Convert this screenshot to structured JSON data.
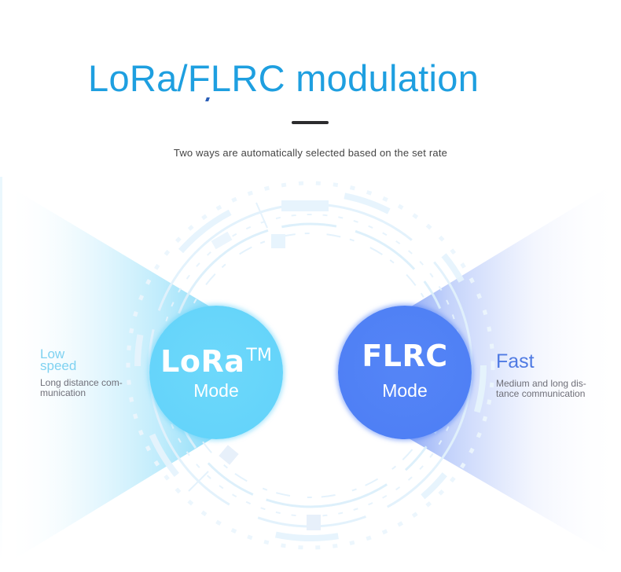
{
  "header": {
    "title": "LoRa/FLRC modulation",
    "subtitle": "Two ways are automatically selected based on the set rate"
  },
  "modes": {
    "lora": {
      "name": "LoRa",
      "trademark": "TM",
      "mode_label": "Mode",
      "speed_label": "Low speed",
      "speed_line1": "Low",
      "speed_line2": "speed",
      "description": "Long distance communication",
      "desc_line1": "Long distance com-",
      "desc_line2": "munication",
      "color": "#65d4fa"
    },
    "flrc": {
      "name": "FLRC",
      "mode_label": "Mode",
      "speed_label": "Fast",
      "description": "Medium and long distance communication",
      "desc_line1": "Medium and long dis-",
      "desc_line2": "tance communication",
      "color": "#4f80f5"
    }
  },
  "colors": {
    "title": "#1e9fe0",
    "divider": "#2c2c2e",
    "subtitle": "#444444",
    "low_speed": "#7fd2f1",
    "fast": "#4f7ae3",
    "description": "#6f6f78",
    "ring_decoration": "#dceffb"
  },
  "icons": {
    "background_ring": "tech-ring-decoration",
    "left_beam": "light-beam-cyan",
    "right_beam": "light-beam-blue"
  }
}
